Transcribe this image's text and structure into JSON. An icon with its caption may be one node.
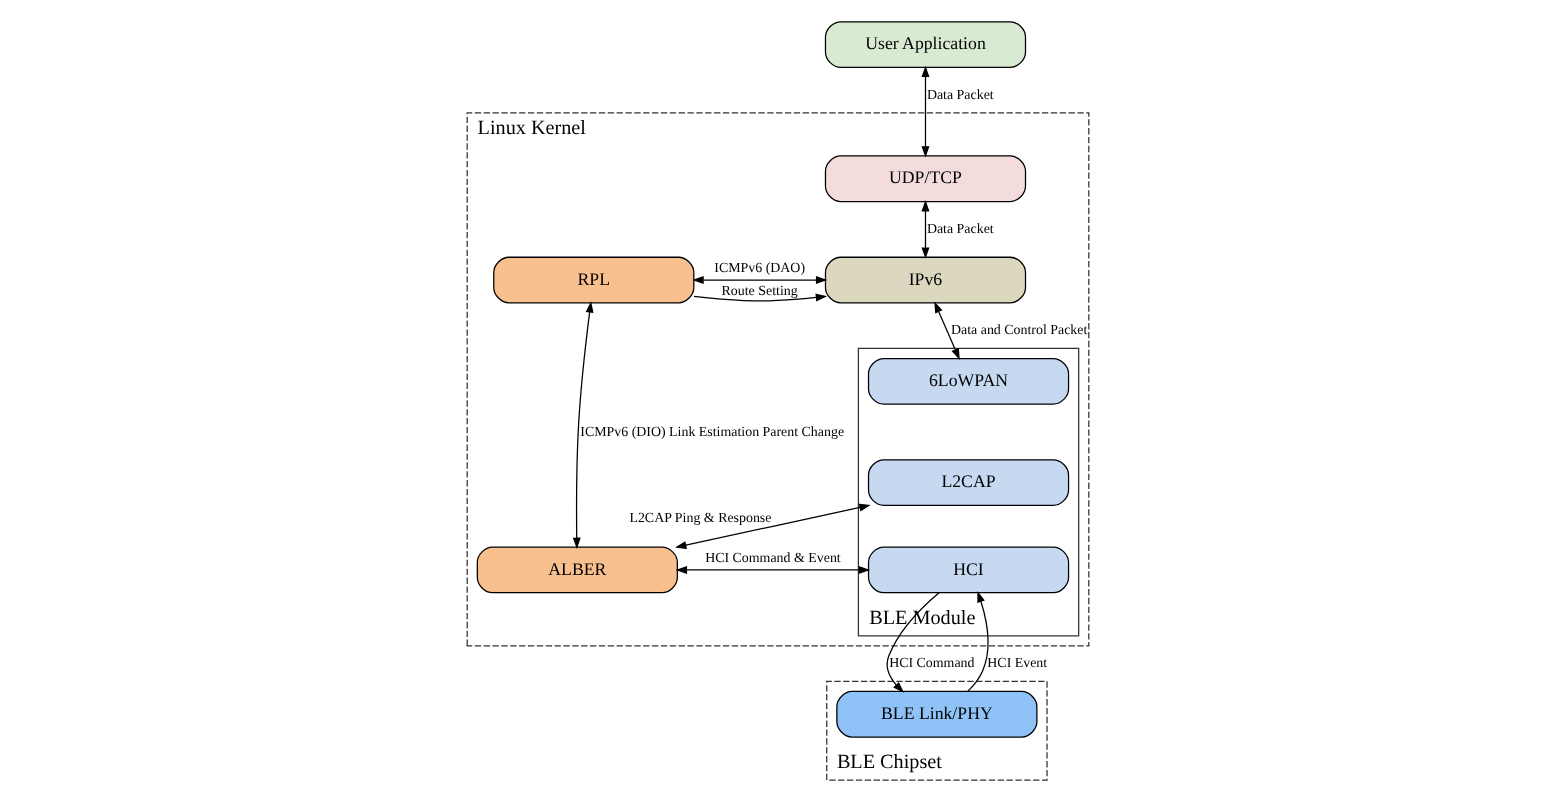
{
  "diagram": {
    "nodes": [
      {
        "text": [
          "User Application"
        ]
      },
      {
        "text": [
          "Linux Kernel"
        ]
      },
      {
        "text": [
          "UDP/TCP"
        ],
        "in": 1
      },
      {
        "text": [
          "IPv6"
        ],
        "in": 1
      },
      {
        "text": [
          "RPL"
        ],
        "in": 1
      },
      {
        "text": [
          "BLE Module"
        ],
        "in": 1
      },
      {
        "text": [
          "6LoWPAN"
        ],
        "in": 5
      },
      {
        "text": [
          "L2CAP"
        ],
        "in": 5
      },
      {
        "text": [
          "HCI"
        ],
        "in": 5
      },
      {
        "text": [
          "ALBER"
        ],
        "in": 1
      },
      {
        "text": [
          "BLE Chipset"
        ]
      },
      {
        "text": [
          "BLE Link/PHY"
        ],
        "in": 10
      }
    ],
    "edges": [
      {
        "from": 0,
        "to": 2,
        "arrow": "both",
        "label": "Data Packet"
      },
      {
        "from": 2,
        "to": 3,
        "arrow": "both",
        "label": "Data Packet"
      },
      {
        "from": 3,
        "to": 4,
        "arrow": "both",
        "label": "ICMPv6 (DAO)"
      },
      {
        "from": 4,
        "to": 3,
        "arrow": "to",
        "label": "Route Setting"
      },
      {
        "from": 3,
        "to": 6,
        "arrow": "both",
        "label": "Data and Control Packet"
      },
      {
        "from": 4,
        "to": 9,
        "arrow": "both",
        "label": "ICMPv6 (DIO) Link Estimation Parent Change"
      },
      {
        "from": 7,
        "to": 9,
        "arrow": "both",
        "label": "L2CAP Ping & Response"
      },
      {
        "from": 8,
        "to": 9,
        "arrow": "both",
        "label": "HCI Command & Event"
      },
      {
        "from": 8,
        "to": 11,
        "arrow": "to",
        "label": "HCI Command"
      },
      {
        "from": 11,
        "to": 8,
        "arrow": "to",
        "label": "HCI Event"
      }
    ]
  }
}
